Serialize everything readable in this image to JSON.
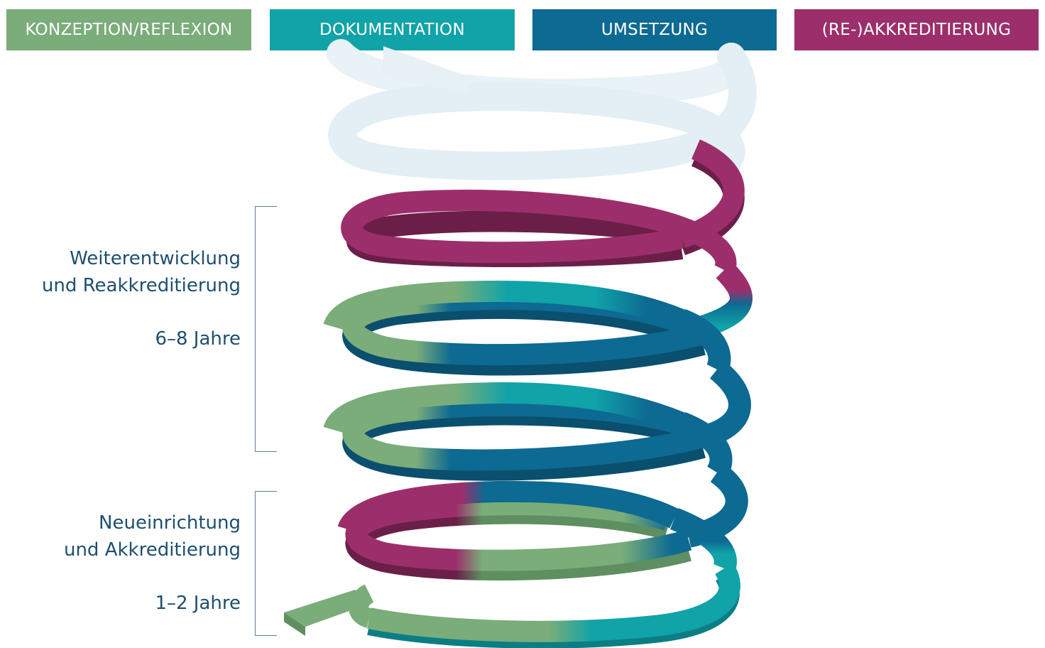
{
  "legend": [
    {
      "label": "KONZEPTION/REFLEXION",
      "color": "#7aad79"
    },
    {
      "label": "DOKUMENTATION",
      "color": "#10a3a8"
    },
    {
      "label": "UMSETZUNG",
      "color": "#0d6a92"
    },
    {
      "label": "(RE-)AKKREDITIERUNG",
      "color": "#9c2f6b"
    }
  ],
  "phases": [
    {
      "line1": "Weiterentwicklung",
      "line2": "und Reakkreditierung",
      "duration": "6–8 Jahre"
    },
    {
      "line1": "Neueinrichtung",
      "line2": "und Akkreditierung",
      "duration": "1–2 Jahre"
    }
  ],
  "colors": {
    "future": "#e3eff4",
    "green": "#7aad79",
    "teal": "#10a3a8",
    "blue": "#0d6a92",
    "purple": "#9c2f6b",
    "text": "#1e4f6e"
  }
}
